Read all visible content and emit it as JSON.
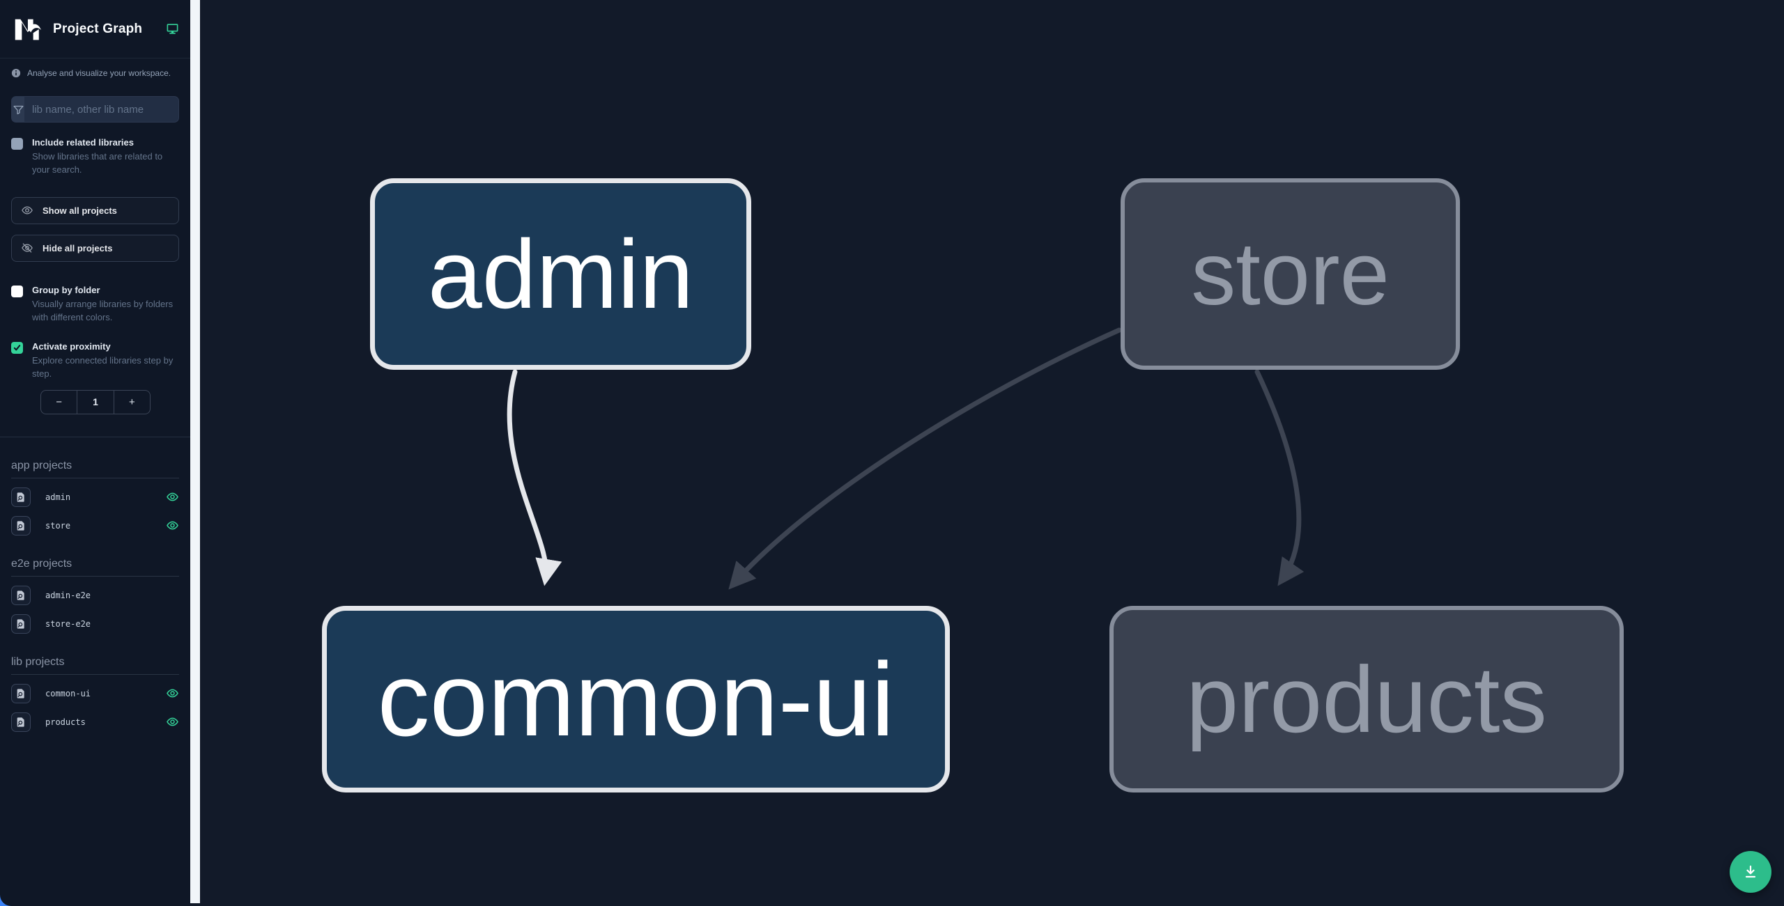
{
  "colors": {
    "accent-green": "#34d399",
    "fab-green": "#2dbd8b",
    "sidebar-bg": "#0f1726",
    "canvas-bg": "#121a29",
    "divider-light": "#f1f5f9",
    "corner-blue": "#3b82f6",
    "focused-node-fill": "#1b3a57",
    "focused-node-border": "#e5e7eb",
    "focused-node-text": "#ffffff",
    "dimmed-node-fill": "#3a4150",
    "dimmed-node-border": "#868d9b",
    "dimmed-node-text": "#939aa7",
    "edge-bright": "#e5e7eb",
    "edge-dim": "#3d4452"
  },
  "header": {
    "title": "Project Graph"
  },
  "sidebar": {
    "tagline": "Analyse and visualize your workspace.",
    "search_placeholder": "lib name, other lib name",
    "include_related": {
      "label": "Include related libraries",
      "description": "Show libraries that are related to your search.",
      "checked": false
    },
    "show_all_label": "Show all projects",
    "hide_all_label": "Hide all projects",
    "group_by_folder": {
      "label": "Group by folder",
      "description": "Visually arrange libraries by folders with different colors.",
      "checked": false
    },
    "proximity": {
      "label": "Activate proximity",
      "description": "Explore connected libraries step by step.",
      "checked": true,
      "value": "1",
      "decrement": "−",
      "increment": "+"
    },
    "sections": [
      {
        "title": "app projects",
        "items": [
          {
            "name": "admin",
            "visible": true
          },
          {
            "name": "store",
            "visible": true
          }
        ]
      },
      {
        "title": "e2e projects",
        "items": [
          {
            "name": "admin-e2e"
          },
          {
            "name": "store-e2e"
          }
        ]
      },
      {
        "title": "lib projects",
        "items": [
          {
            "name": "common-ui",
            "visible": true
          },
          {
            "name": "products",
            "visible": true
          }
        ]
      }
    ]
  },
  "graph": {
    "nodes": [
      {
        "id": "admin",
        "label": "admin",
        "state": "focused"
      },
      {
        "id": "store",
        "label": "store",
        "state": "dimmed"
      },
      {
        "id": "common-ui",
        "label": "common-ui",
        "state": "focused"
      },
      {
        "id": "products",
        "label": "products",
        "state": "dimmed"
      }
    ],
    "edges": [
      {
        "from": "admin",
        "to": "common-ui",
        "state": "bright"
      },
      {
        "from": "store",
        "to": "common-ui",
        "state": "dim"
      },
      {
        "from": "store",
        "to": "products",
        "state": "dim"
      }
    ]
  }
}
